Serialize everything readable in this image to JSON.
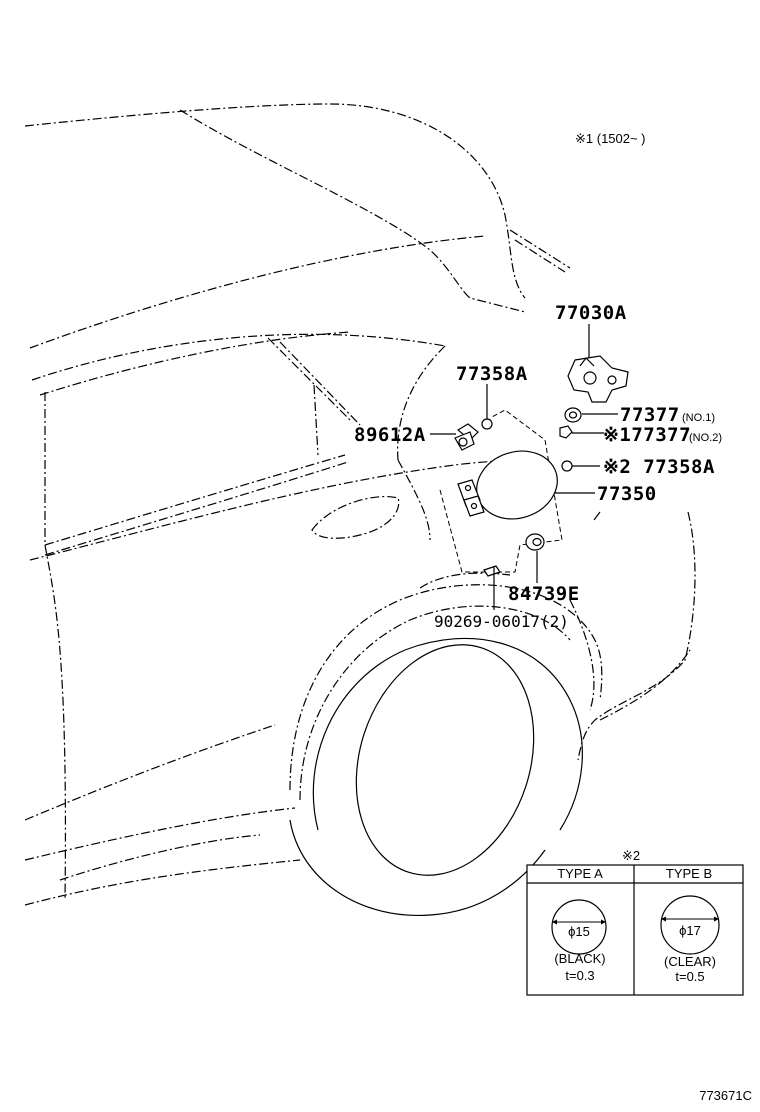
{
  "header": {
    "date_note": "※1 (1502~      )"
  },
  "callouts": {
    "c77030A": "77030A",
    "c77358A_top": "77358A",
    "c89612A": "89612A",
    "c77377_no1_num": "77377",
    "c77377_no1_tag": "(NO.1)",
    "c77377_no2_num": "※177377",
    "c77377_no2_tag": "(NO.2)",
    "c77358A_note": "※2 77358A",
    "c77350": "77350",
    "c84739E": "84739E",
    "c90269": "90269-06017(2)"
  },
  "legend_table": {
    "marker": "※2",
    "columns": [
      {
        "header": "TYPE A",
        "diameter": "ϕ15",
        "color": "(BLACK)",
        "thickness": "t=0.3"
      },
      {
        "header": "TYPE B",
        "diameter": "ϕ17",
        "color": "(CLEAR)",
        "thickness": "t=0.5"
      }
    ]
  },
  "footer": {
    "illustration_code": "773671C"
  }
}
